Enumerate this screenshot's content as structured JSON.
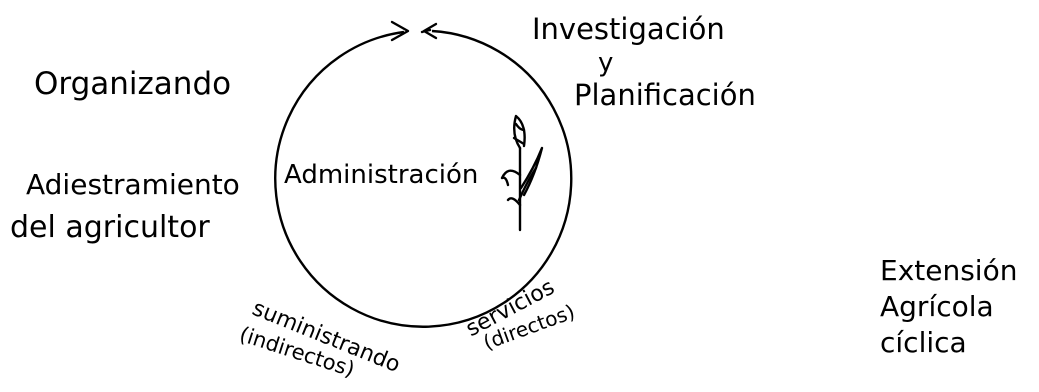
{
  "diagram": {
    "center_label": "Administración",
    "top_right_label": {
      "line1": "Investigación",
      "line2": "y",
      "line3": "Planificación"
    },
    "left_upper_label": "Organizando",
    "left_lower_label": {
      "line1": "Adiestramiento",
      "line2": "del agricultor"
    },
    "bottom_left_label": {
      "line1": "suministrando",
      "line2": "(indirectos)"
    },
    "bottom_right_label": {
      "line1": "servicios",
      "line2": "(directos)"
    },
    "far_right_label": {
      "line1": "Extensión",
      "line2": "Agrícola",
      "line3": "cíclica"
    },
    "icons": {
      "cycle_arrow": "cycle-arrow-icon",
      "plant": "corn-plant-icon"
    },
    "colors": {
      "ink": "#000000",
      "background": "#ffffff"
    }
  }
}
